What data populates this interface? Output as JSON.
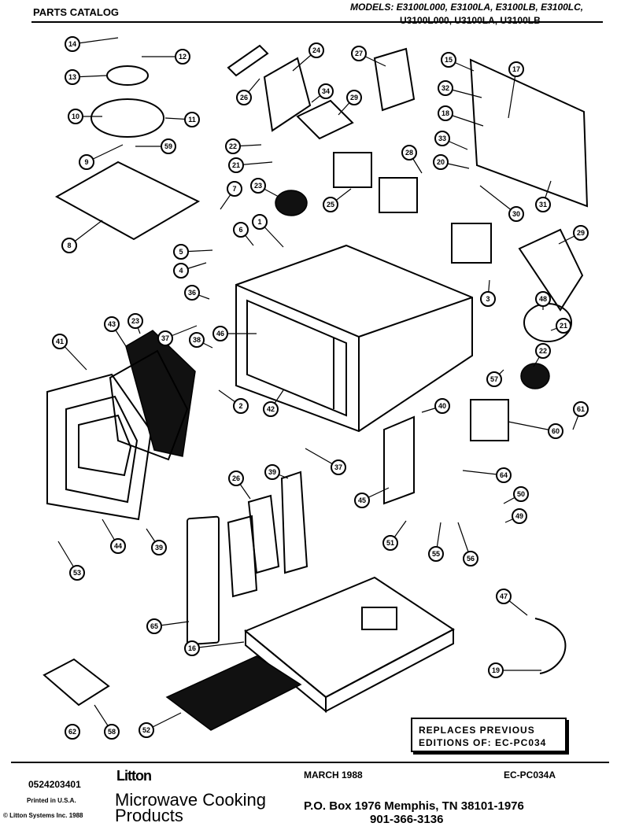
{
  "header": {
    "catalog": "PARTS CATALOG",
    "models_line1": "MODELS: E3100L000, E3100LA, E3100LB, E3100LC,",
    "models_line2": "U3100L000, U3100LA, U3100LB"
  },
  "callouts": [
    "14",
    "12",
    "13",
    "10",
    "11",
    "59",
    "9",
    "8",
    "26",
    "24",
    "34",
    "29",
    "27",
    "15",
    "17",
    "32",
    "18",
    "33",
    "20",
    "30",
    "31",
    "22",
    "21",
    "23",
    "25",
    "28",
    "7",
    "1",
    "6",
    "5",
    "4",
    "36",
    "29",
    "37",
    "38",
    "46",
    "3",
    "48",
    "21",
    "22",
    "23",
    "43",
    "41",
    "42",
    "40",
    "2",
    "57",
    "37",
    "45",
    "61",
    "60",
    "64",
    "26",
    "39",
    "50",
    "49",
    "44",
    "39",
    "51",
    "55",
    "56",
    "53",
    "65",
    "47",
    "19",
    "16",
    "52",
    "58",
    "62"
  ],
  "notice": {
    "line1": "REPLACES PREVIOUS",
    "line2": "EDITIONS OF: EC-PC034"
  },
  "footer": {
    "part_number": "0524203401",
    "logo": "Litton",
    "date": "MARCH 1988",
    "edition": "EC-PC034A",
    "printed": "Printed in U.S.A.",
    "copyright": "© Litton Systems Inc. 1988",
    "brand_line1": "Microwave Cooking",
    "brand_line2": "Products",
    "address": "P.O. Box 1976 Memphis, TN 38101-1976",
    "phone": "901-366-3136"
  }
}
